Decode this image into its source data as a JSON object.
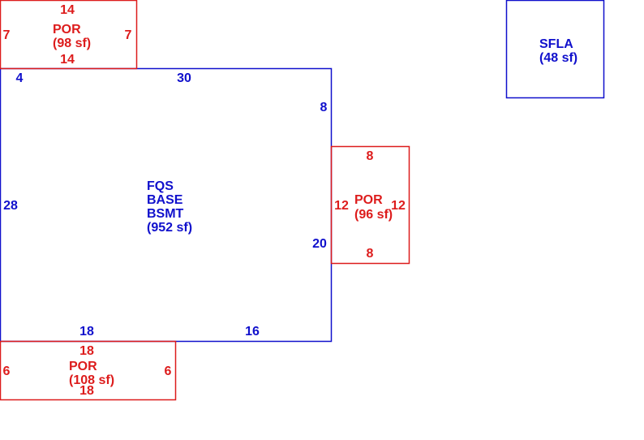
{
  "colors": {
    "main": "#1010cc",
    "porch": "#dd1c1c"
  },
  "areas": {
    "base": {
      "labels": [
        "FQS",
        "BASE",
        "BSMT"
      ],
      "area": "(952 sf)",
      "dims": {
        "top_left": "4",
        "top": "30",
        "right_top": "8",
        "left": "28",
        "right_bottom": "20",
        "bottom_left": "18",
        "bottom_right": "16"
      }
    },
    "sfla": {
      "label": "SFLA",
      "area": "(48 sf)"
    },
    "por_top": {
      "label": "POR",
      "area": "(98 sf)",
      "dims": {
        "top": "14",
        "bottom": "14",
        "left": "7",
        "right": "7"
      }
    },
    "por_right": {
      "label": "POR",
      "area": "(96 sf)",
      "dims": {
        "top": "8",
        "bottom": "8",
        "left": "12",
        "right": "12"
      }
    },
    "por_bottom": {
      "label": "POR",
      "area": "(108 sf)",
      "dims": {
        "top": "18",
        "bottom": "18",
        "left": "6",
        "right": "6"
      }
    }
  }
}
